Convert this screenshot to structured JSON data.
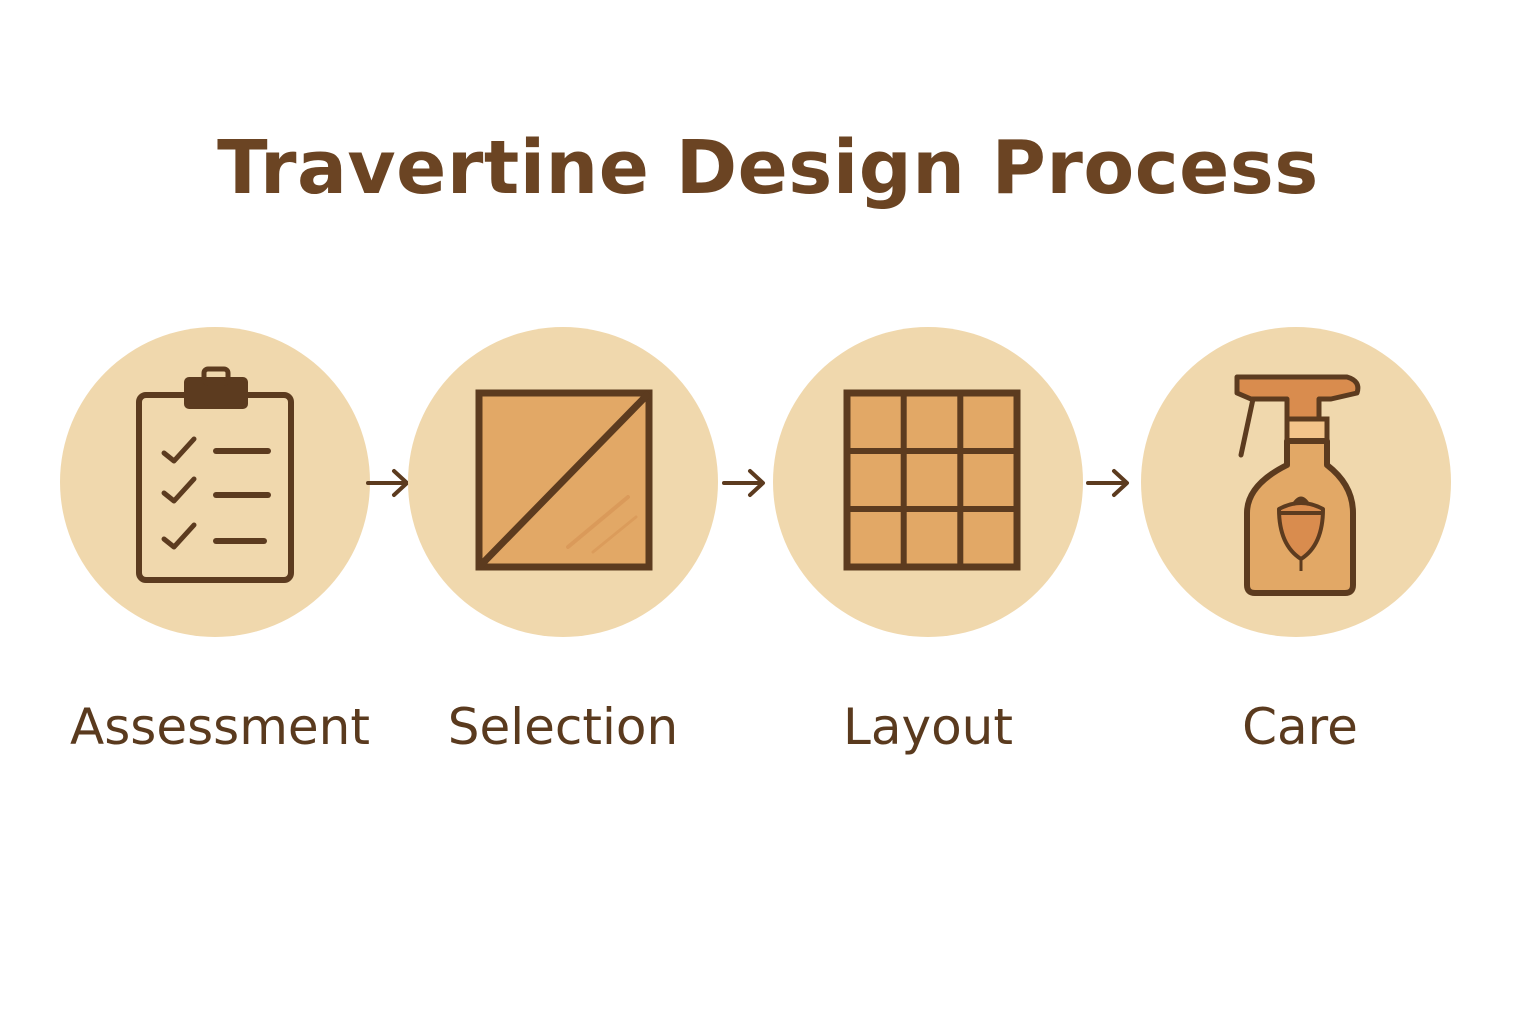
{
  "title": "Travertine Design Process",
  "steps": [
    {
      "label": "Assessment",
      "icon": "clipboard-checklist-icon"
    },
    {
      "label": "Selection",
      "icon": "tile-sample-icon"
    },
    {
      "label": "Layout",
      "icon": "tile-grid-icon"
    },
    {
      "label": "Care",
      "icon": "spray-bottle-icon"
    }
  ],
  "colors": {
    "title": "#6b4423",
    "circle": "#f0d8ad",
    "icon_stroke": "#5c3b1f",
    "icon_fill": "#e2a866",
    "label": "#5a3a1e"
  }
}
